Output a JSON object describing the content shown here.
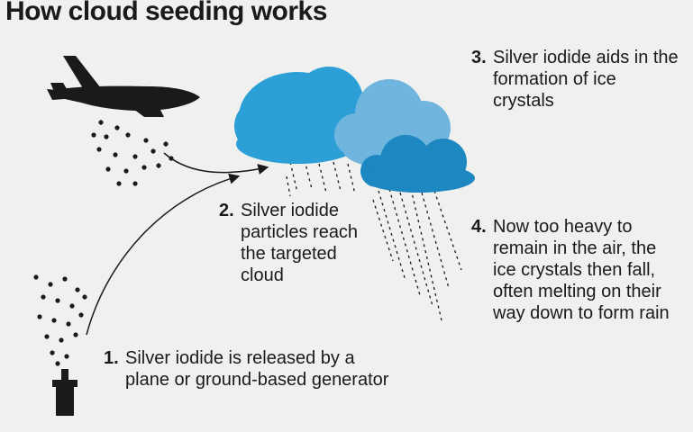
{
  "title": "How cloud seeding works",
  "steps": [
    {
      "number": "1.",
      "text": "Silver iodide is released by a plane or ground-based generator"
    },
    {
      "number": "2.",
      "text": "Silver iodide particles reach the targeted cloud"
    },
    {
      "number": "3.",
      "text": "Silver iodide aids in the formation of ice crystals"
    },
    {
      "number": "4.",
      "text": "Now too heavy to remain in the air, the ice crystals then fall, often melting on their way down to form rain"
    }
  ],
  "colors": {
    "background": "#f0f0ee",
    "cloud_light": "#6fb5dd",
    "cloud_main": "#2b9fd6",
    "cloud_dark": "#1c87c0",
    "ink": "#1a1a1a"
  },
  "icons": [
    "airplane-icon",
    "ground-generator-icon",
    "cloud-icon",
    "rain-icon",
    "particles-icon"
  ]
}
